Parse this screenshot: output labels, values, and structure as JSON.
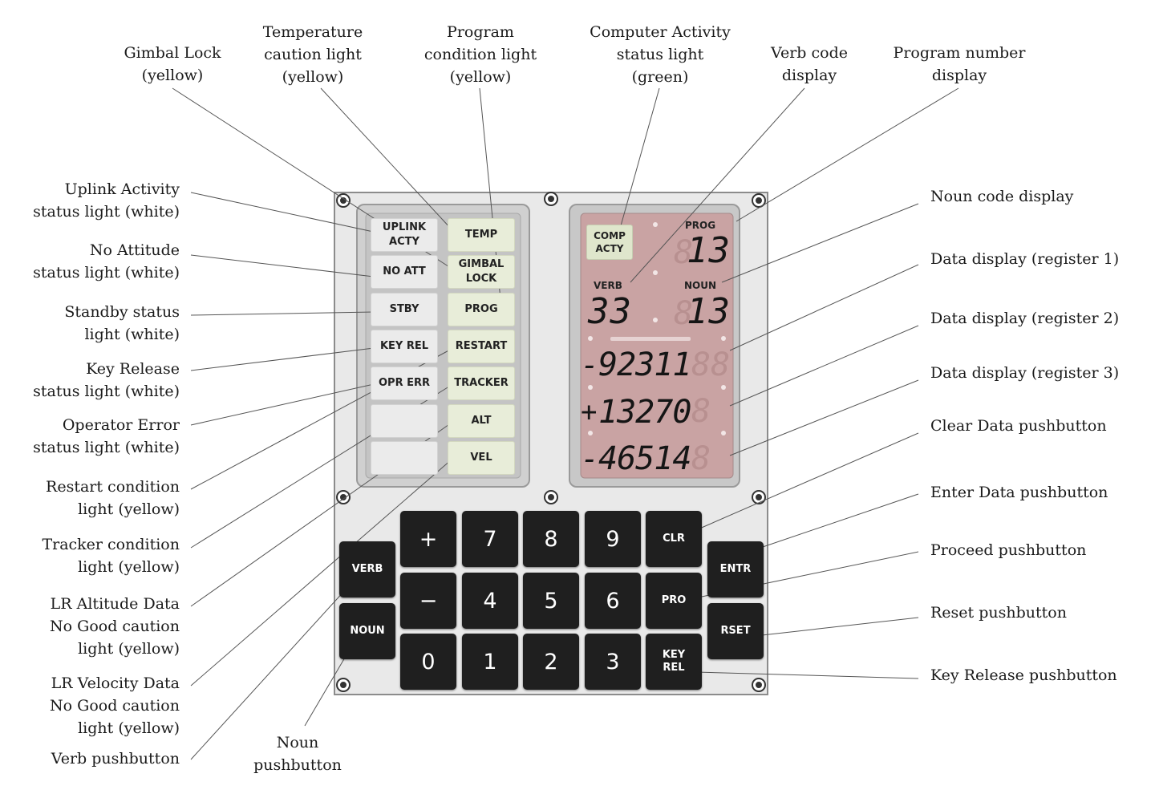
{
  "callouts": {
    "gimbal_lock": [
      "Gimbal Lock",
      "(yellow)"
    ],
    "temp_caution": [
      "Temperature",
      "caution light",
      "(yellow)"
    ],
    "prog_condition": [
      "Program",
      "condition light",
      "(yellow)"
    ],
    "comp_acty": [
      "Computer Activity",
      "status light",
      "(green)"
    ],
    "verb_display": [
      "Verb code",
      "display"
    ],
    "prog_display": [
      "Program number",
      "display"
    ],
    "uplink": [
      "Uplink Activity",
      "status light (white)"
    ],
    "no_att": [
      "No Attitude",
      "status light (white)"
    ],
    "stby": [
      "Standby status",
      "light (white)"
    ],
    "key_rel_light": [
      "Key Release",
      "status light (white)"
    ],
    "opr_err": [
      "Operator Error",
      "status light (white)"
    ],
    "restart": [
      "Restart condition",
      "light (yellow)"
    ],
    "tracker": [
      "Tracker condition",
      "light (yellow)"
    ],
    "lr_alt": [
      "LR Altitude Data",
      "No Good caution",
      "light (yellow)"
    ],
    "lr_vel": [
      "LR Velocity Data",
      "No Good caution",
      "light (yellow)"
    ],
    "verb_btn": [
      "Verb pushbutton"
    ],
    "noun_btn": [
      "Noun",
      "pushbutton"
    ],
    "noun_display": [
      "Noun code display"
    ],
    "reg1": [
      "Data display (register 1)"
    ],
    "reg2": [
      "Data display (register 2)"
    ],
    "reg3": [
      "Data display (register 3)"
    ],
    "clr_btn": [
      "Clear Data pushbutton"
    ],
    "entr_btn": [
      "Enter Data pushbutton"
    ],
    "pro_btn": [
      "Proceed pushbutton"
    ],
    "rset_btn": [
      "Reset pushbutton"
    ],
    "keyrel_btn": [
      "Key Release pushbutton"
    ]
  },
  "lights": {
    "left": [
      [
        "UPLINK",
        "ACTY"
      ],
      [
        "NO ATT"
      ],
      [
        "STBY"
      ],
      [
        "KEY REL"
      ],
      [
        "OPR ERR"
      ],
      [],
      []
    ],
    "right": [
      [
        "TEMP"
      ],
      [
        "GIMBAL",
        "LOCK"
      ],
      [
        "PROG"
      ],
      [
        "RESTART"
      ],
      [
        "TRACKER"
      ],
      [
        "ALT"
      ],
      [
        "VEL"
      ]
    ]
  },
  "display": {
    "comp_acty": [
      "COMP",
      "ACTY"
    ],
    "prog_label": "PROG",
    "verb_label": "VERB",
    "noun_label": "NOUN",
    "prog_value": "13",
    "verb_value": "33",
    "noun_value": "13",
    "reg1_sign": "-",
    "reg1_value": "92311",
    "reg2_sign": "+",
    "reg2_value": "13270",
    "reg3_sign": "-",
    "reg3_value": "46514"
  },
  "keys": {
    "verb": [
      "VERB"
    ],
    "noun": [
      "NOUN"
    ],
    "plus": [
      "+"
    ],
    "minus": [
      "−"
    ],
    "zero": [
      "0"
    ],
    "one": [
      "1"
    ],
    "two": [
      "2"
    ],
    "three": [
      "3"
    ],
    "four": [
      "4"
    ],
    "five": [
      "5"
    ],
    "six": [
      "6"
    ],
    "seven": [
      "7"
    ],
    "eight": [
      "8"
    ],
    "nine": [
      "9"
    ],
    "clr": [
      "CLR"
    ],
    "pro": [
      "PRO"
    ],
    "keyrel": [
      "KEY",
      "REL"
    ],
    "entr": [
      "ENTR"
    ],
    "rset": [
      "RSET"
    ]
  },
  "colors": {
    "panel": "#e9e9e9",
    "panel_border": "#9a9a9a",
    "display_bg": "#c9a3a3",
    "comp_acty_lamp": "#dfe6cc",
    "key": "#1f1f1f",
    "leader": "#555555"
  }
}
